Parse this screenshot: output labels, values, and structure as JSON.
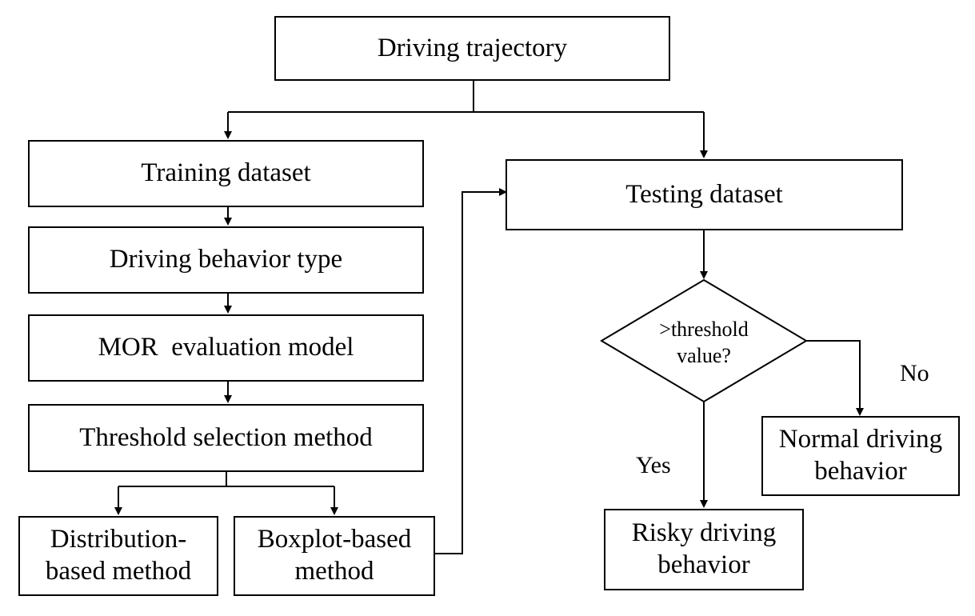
{
  "nodes": {
    "driving_trajectory": "Driving trajectory",
    "training_dataset": "Training dataset",
    "driving_behavior_type": "Driving behavior type",
    "mor_model": "MOR  evaluation model",
    "threshold_selection": "Threshold selection method",
    "distribution_line1": "Distribution-",
    "distribution_line2": "based method",
    "boxplot_line1": "Boxplot-based",
    "boxplot_line2": "method",
    "testing_dataset": "Testing dataset",
    "decision_line1": ">threshold",
    "decision_line2": "value?",
    "normal_line1": "Normal driving",
    "normal_line2": "behavior",
    "risky_line1": "Risky driving",
    "risky_line2": "behavior"
  },
  "edge_labels": {
    "yes": "Yes",
    "no": "No"
  }
}
